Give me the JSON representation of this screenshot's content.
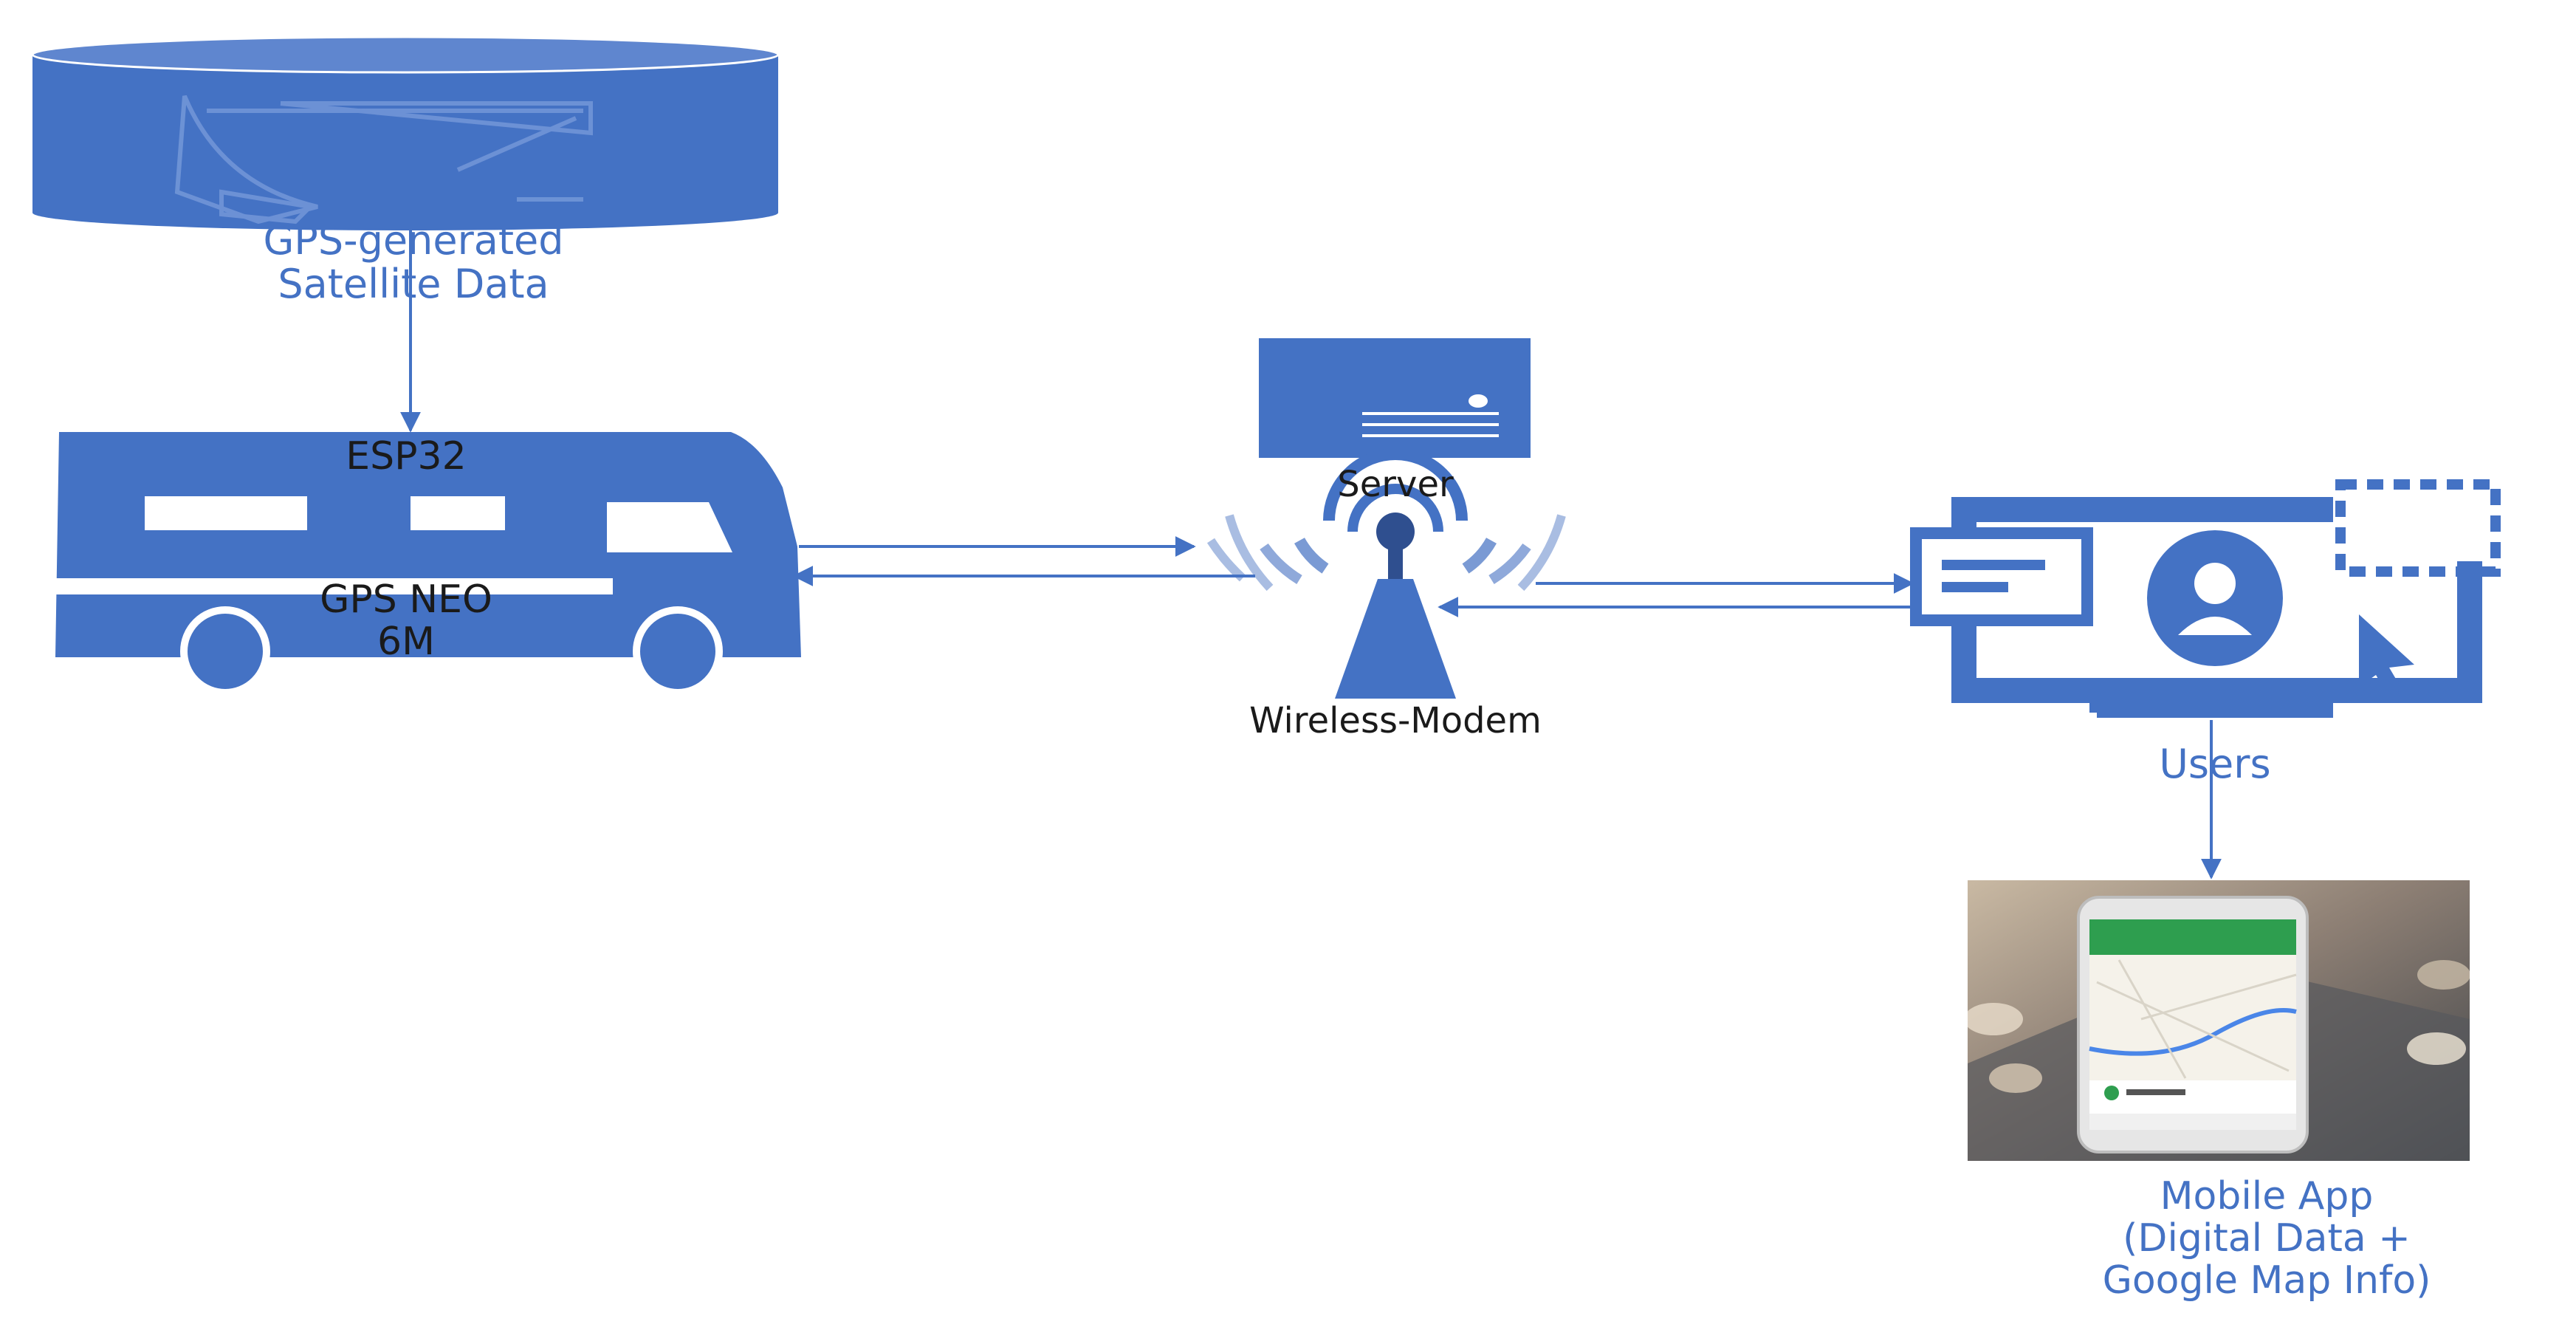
{
  "colors": {
    "primary": "#4472c4",
    "line": "#4472c4",
    "text_dark": "#1a1a1a"
  },
  "nodes": {
    "satellite": {
      "icon": "satellite-dish-icon",
      "label_1": "GPS-generated",
      "label_2": "Satellite Data"
    },
    "vehicle": {
      "icon": "camper-van-icon",
      "label_top": "ESP32",
      "label_mid_1": "GPS NEO",
      "label_mid_2": "6M"
    },
    "server": {
      "icon": "server-icon",
      "label": "Server"
    },
    "modem": {
      "icon": "wireless-tower-icon",
      "label": "Wireless-Modem"
    },
    "users": {
      "icon": "user-monitor-icon",
      "label": "Users"
    },
    "mobile_app": {
      "icon": "phone-map-photo",
      "label_1": "Mobile App",
      "label_2": "(Digital Data +",
      "label_3": "Google Map Info)"
    }
  },
  "edges": [
    {
      "from": "satellite",
      "to": "vehicle"
    },
    {
      "from": "vehicle",
      "to": "modem"
    },
    {
      "from": "modem",
      "to": "vehicle"
    },
    {
      "from": "modem",
      "to": "users"
    },
    {
      "from": "users",
      "to": "modem"
    },
    {
      "from": "users",
      "to": "mobile_app"
    }
  ]
}
